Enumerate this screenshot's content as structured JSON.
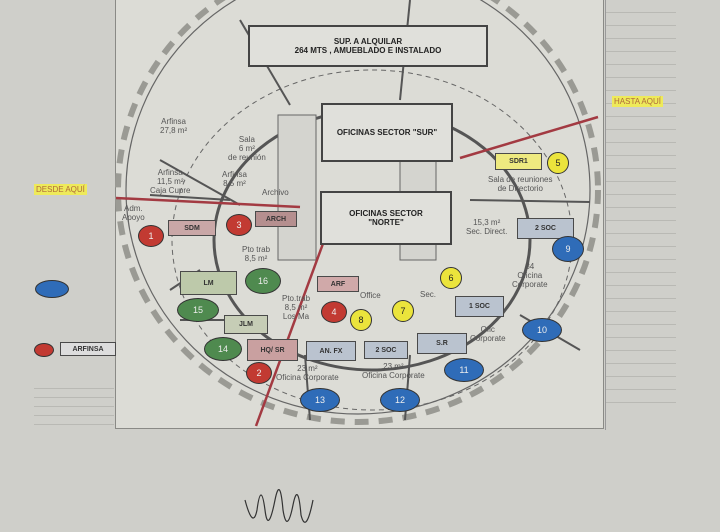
{
  "title_box": {
    "line1": "SUP. A ALQUILAR",
    "line2": "264 MTS , AMUEBLADO E INSTALADO"
  },
  "sector_sur": "OFICINAS SECTOR \"SUR\"",
  "sector_norte": {
    "line1": "OFICINAS SECTOR",
    "line2": "\"NORTE\""
  },
  "annotations": {
    "desde": "DESDE AQUÍ",
    "hasta": "HASTA AQUÍ"
  },
  "legend": {
    "arfinsa": "ARFINSA"
  },
  "rooms": [
    {
      "line1": "Arfinsa",
      "line2": "27,8 m²"
    },
    {
      "line1": "Sala",
      "line2": "6 m²",
      "line3": "de reunión"
    },
    {
      "line1": "Arfinsa",
      "line2": "11,5 m²",
      "line3": "Caja Cupre"
    },
    {
      "line1": "Arfinsa",
      "line2": "8,5 m²"
    },
    {
      "line1": "Archivo"
    },
    {
      "line1": "Adm.",
      "line2": "Apoyo"
    },
    {
      "line1": "Pto trab",
      "line2": "8,5 m²"
    },
    {
      "line1": "Pto.trab",
      "line2": "8,5 m²",
      "line3": "Los Ma"
    },
    {
      "line1": "Sala de reuniones",
      "line2": "de Directorio"
    },
    {
      "line1": "15,3 m²",
      "line2": "Sec. Direct."
    },
    {
      "line1": "34",
      "line2": "Oficina",
      "line3": "Corporate"
    },
    {
      "line1": "Sec."
    },
    {
      "line1": "Office"
    },
    {
      "line1": "Ofic",
      "line2": "Corporate"
    },
    {
      "line1": "23 m²",
      "line2": "Oficina Corporate"
    },
    {
      "line1": "23 m²",
      "line2": "Oficina Corporate"
    }
  ],
  "tags": [
    "SDM",
    "ARCH",
    "LM",
    "JLM",
    "HQ/ SR",
    "ARF",
    "AN. FX",
    "2 SOC",
    "S.R",
    "1 SOC",
    "2 SOC",
    "SDR1"
  ],
  "markers": [
    {
      "n": "1",
      "color": "#c23a32"
    },
    {
      "n": "2",
      "color": "#c23a32"
    },
    {
      "n": "3",
      "color": "#c23a32"
    },
    {
      "n": "4",
      "color": "#c23a32"
    },
    {
      "n": "5",
      "color": "#ebe43c"
    },
    {
      "n": "6",
      "color": "#ebe43c"
    },
    {
      "n": "7",
      "color": "#ebe43c"
    },
    {
      "n": "8",
      "color": "#ebe43c"
    },
    {
      "n": "9",
      "color": "#2f6cb8"
    },
    {
      "n": "10",
      "color": "#2f6cb8"
    },
    {
      "n": "11",
      "color": "#2f6cb8"
    },
    {
      "n": "12",
      "color": "#2f6cb8"
    },
    {
      "n": "13",
      "color": "#2f6cb8"
    },
    {
      "n": "14",
      "color": "#4f8a4f"
    },
    {
      "n": "15",
      "color": "#4f8a4f"
    },
    {
      "n": "16",
      "color": "#4f8a4f"
    }
  ]
}
